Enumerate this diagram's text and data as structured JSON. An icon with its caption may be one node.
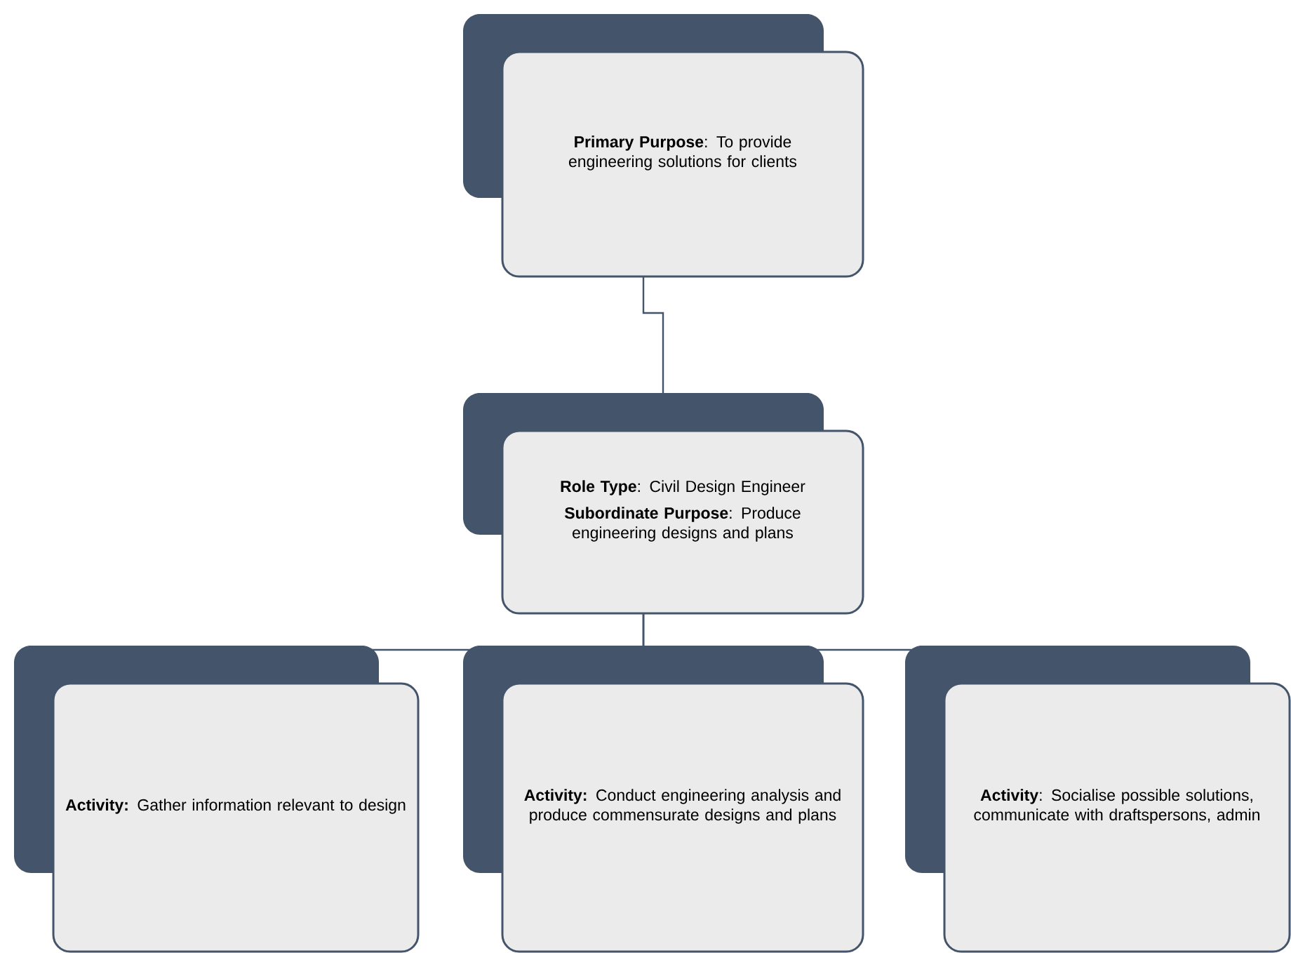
{
  "diagram": {
    "nodes": [
      {
        "text": [
          "**Primary Purpose**: To provide engineering solutions for clients"
        ]
      },
      {
        "text": [
          "**Role Type**: Civil Design Engineer",
          "**Subordinate Purpose**: Produce engineering designs and plans"
        ]
      },
      {
        "text": [
          "**Activity:** Gather information relevant to design"
        ]
      },
      {
        "text": [
          "**Activity:** Conduct engineering analysis and produce commensurate designs and plans"
        ]
      },
      {
        "text": [
          "**Activity**: Socialise possible solutions, communicate with draftspersons, admin"
        ]
      }
    ],
    "edges": [
      {
        "from": 0,
        "to": 1,
        "arrow": "none"
      },
      {
        "from": 1,
        "to": 2,
        "arrow": "none"
      },
      {
        "from": 1,
        "to": 3,
        "arrow": "none"
      },
      {
        "from": 1,
        "to": 4,
        "arrow": "none"
      }
    ]
  }
}
